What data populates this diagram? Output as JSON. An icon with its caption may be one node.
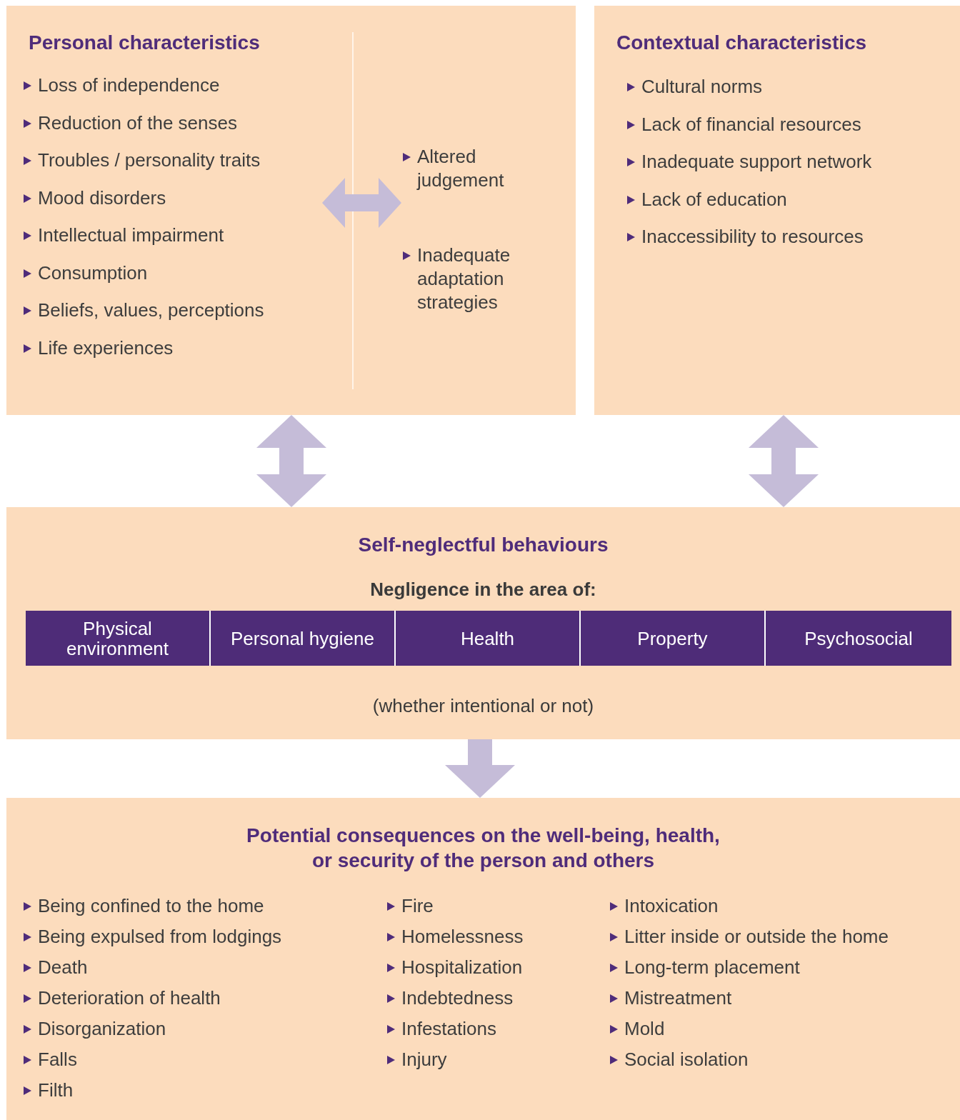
{
  "diagram": {
    "nodes": [
      {
        "text": [
          "Personal characteristics"
        ]
      },
      {
        "text": [
          "Loss of independence",
          "Reduction of the senses",
          "Troubles / personality traits",
          "Mood disorders",
          "Intellectual impairment",
          "Consumption",
          "Beliefs, values, perceptions",
          "Life experiences"
        ],
        "in": 0
      },
      {
        "text": [
          "Altered judgement",
          "Inadequate adaptation strategies"
        ],
        "in": 0
      },
      {
        "text": [
          "Contextual characteristics",
          "Cultural norms",
          "Lack of financial resources",
          "Inadequate support network",
          "Lack of education",
          "Inaccessibility to resources"
        ]
      },
      {
        "text": [
          "Self-neglectful behaviours",
          "Negligence in the area of:",
          "(whether intentional or not)"
        ]
      },
      {
        "text": [
          "Physical environment"
        ],
        "in": 4
      },
      {
        "text": [
          "Personal hygiene"
        ],
        "in": 4
      },
      {
        "text": [
          "Health"
        ],
        "in": 4
      },
      {
        "text": [
          "Property"
        ],
        "in": 4
      },
      {
        "text": [
          "Psychosocial"
        ],
        "in": 4
      },
      {
        "text": [
          "Potential consequences on the well-being, health, or security of the person and others",
          "Being confined to the home",
          "Being expulsed from lodgings",
          "Death",
          "Deterioration of health",
          "Disorganization",
          "Falls",
          "Filth",
          "Fire",
          "Homelessness",
          "Hospitalization",
          "Indebtedness",
          "Infestations",
          "Injury",
          "Intoxication",
          "Litter inside or outside the home",
          "Long-term placement",
          "Mistreatment",
          "Mold",
          "Social isolation"
        ]
      }
    ],
    "edges": [
      {
        "from": 1,
        "to": 2,
        "arrow": "both"
      },
      {
        "from": 0,
        "to": 4,
        "arrow": "both"
      },
      {
        "from": 3,
        "to": 4,
        "arrow": "both"
      },
      {
        "from": 4,
        "to": 10,
        "arrow": "to"
      }
    ]
  }
}
